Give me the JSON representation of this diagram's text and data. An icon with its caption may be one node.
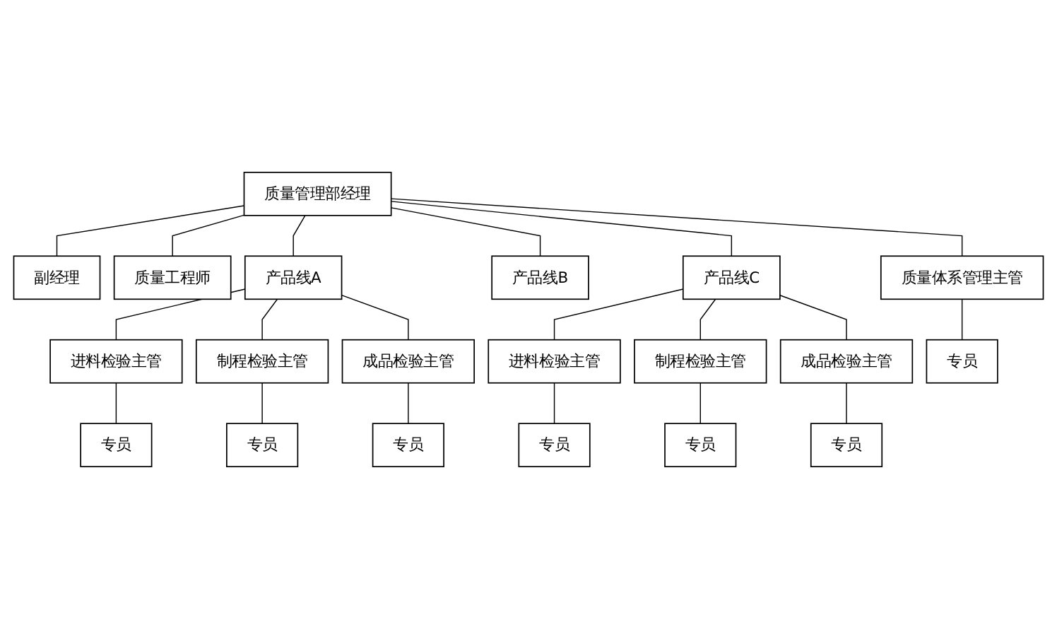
{
  "diagram": {
    "nodes": [
      {
        "text": [
          "质量管理部经理"
        ]
      },
      {
        "text": [
          "副经理"
        ]
      },
      {
        "text": [
          "质量工程师"
        ]
      },
      {
        "text": [
          "产品线A"
        ]
      },
      {
        "text": [
          "产品线B"
        ]
      },
      {
        "text": [
          "产品线C"
        ]
      },
      {
        "text": [
          "质量体系管理主管"
        ]
      },
      {
        "text": [
          "进料检验主管"
        ]
      },
      {
        "text": [
          "制程检验主管"
        ]
      },
      {
        "text": [
          "成品检验主管"
        ]
      },
      {
        "text": [
          "进料检验主管"
        ]
      },
      {
        "text": [
          "制程检验主管"
        ]
      },
      {
        "text": [
          "成品检验主管"
        ]
      },
      {
        "text": [
          "专员"
        ]
      },
      {
        "text": [
          "专员"
        ]
      },
      {
        "text": [
          "专员"
        ]
      },
      {
        "text": [
          "专员"
        ]
      },
      {
        "text": [
          "专员"
        ]
      },
      {
        "text": [
          "专员"
        ]
      },
      {
        "text": [
          "专员"
        ]
      }
    ],
    "edges": [
      {
        "from": 0,
        "to": 1,
        "arrow": "none"
      },
      {
        "from": 0,
        "to": 2,
        "arrow": "none"
      },
      {
        "from": 0,
        "to": 3,
        "arrow": "none"
      },
      {
        "from": 0,
        "to": 4,
        "arrow": "none"
      },
      {
        "from": 0,
        "to": 5,
        "arrow": "none"
      },
      {
        "from": 0,
        "to": 6,
        "arrow": "none"
      },
      {
        "from": 3,
        "to": 7,
        "arrow": "none"
      },
      {
        "from": 3,
        "to": 8,
        "arrow": "none"
      },
      {
        "from": 3,
        "to": 9,
        "arrow": "none"
      },
      {
        "from": 5,
        "to": 10,
        "arrow": "none"
      },
      {
        "from": 5,
        "to": 11,
        "arrow": "none"
      },
      {
        "from": 5,
        "to": 12,
        "arrow": "none"
      },
      {
        "from": 7,
        "to": 13,
        "arrow": "none"
      },
      {
        "from": 8,
        "to": 14,
        "arrow": "none"
      },
      {
        "from": 9,
        "to": 15,
        "arrow": "none"
      },
      {
        "from": 10,
        "to": 16,
        "arrow": "none"
      },
      {
        "from": 11,
        "to": 17,
        "arrow": "none"
      },
      {
        "from": 12,
        "to": 18,
        "arrow": "none"
      },
      {
        "from": 6,
        "to": 19,
        "arrow": "none"
      }
    ]
  }
}
